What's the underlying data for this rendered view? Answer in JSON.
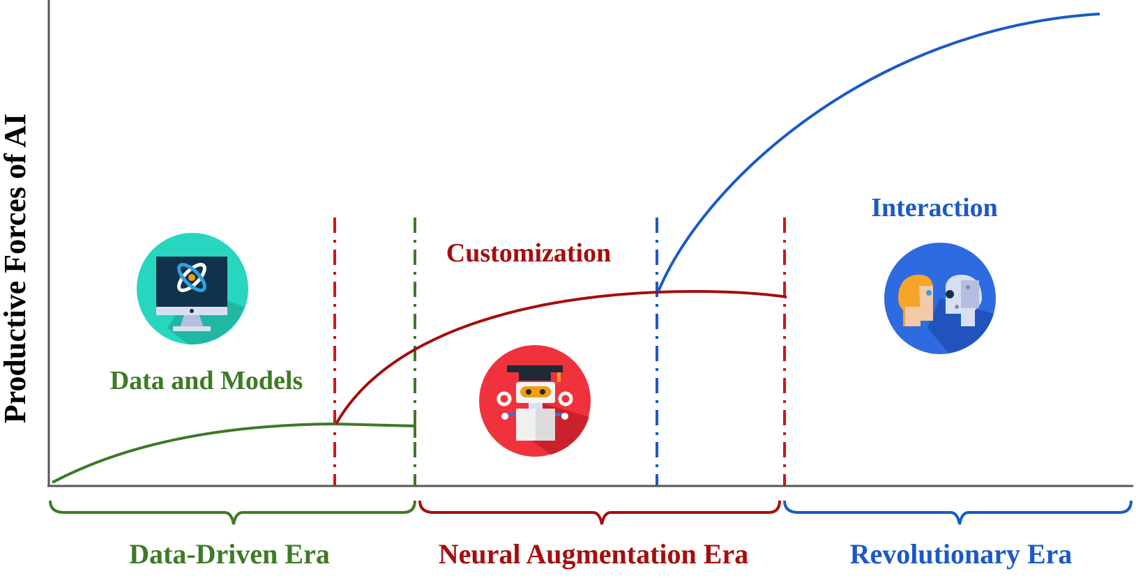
{
  "axis": {
    "ylabel": "Productive Forces of AI"
  },
  "colors": {
    "green": "#3d7a25",
    "red": "#a50d0d",
    "blue": "#1a59c9",
    "dashRed": "#d0161c"
  },
  "eras": [
    {
      "label": "Data-Driven Era",
      "color": "#3d7a25"
    },
    {
      "label": "Neural Augmentation Era",
      "color": "#a50d0d"
    },
    {
      "label": "Revolutionary Era",
      "color": "#1a59c9"
    }
  ],
  "capabilities": {
    "data_models": "Data and Models",
    "customization": "Customization",
    "interaction": "Interaction"
  },
  "icons": {
    "data_models": "computer-atom-icon",
    "customization": "graduate-robot-icon",
    "interaction": "human-robot-interaction-icon"
  }
}
